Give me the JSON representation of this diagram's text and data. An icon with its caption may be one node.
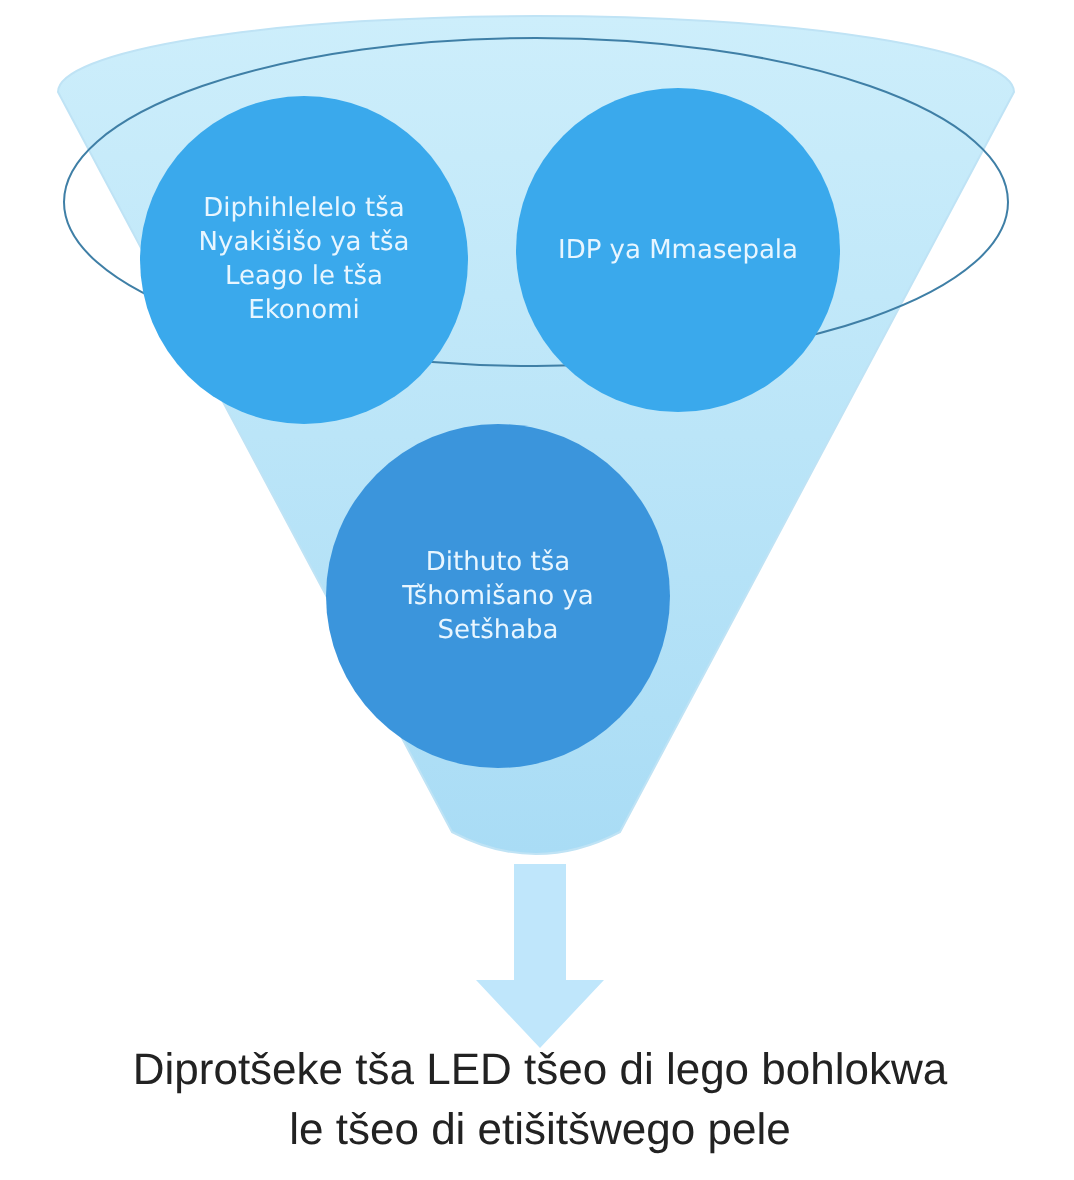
{
  "diagram": {
    "nodes": [
      {
        "text": [],
        "shape": "funnel"
      },
      {
        "text": [
          "Diphihlelelo tša Nyakišišo ya tša Leago le tša Ekonomi"
        ],
        "in": 0
      },
      {
        "text": [
          "IDP ya Mmasepala"
        ],
        "in": 0
      },
      {
        "text": [
          "Dithuto tša Tšhomišano ya Setšhaba"
        ],
        "in": 0
      },
      {
        "text": [
          "Diprotšeke tša LED tšeo di lego bohlokwa le tšeo di etišitšwego pele"
        ]
      }
    ],
    "edges": [
      {
        "from": 0,
        "to": 4,
        "arrow": "to"
      }
    ]
  }
}
